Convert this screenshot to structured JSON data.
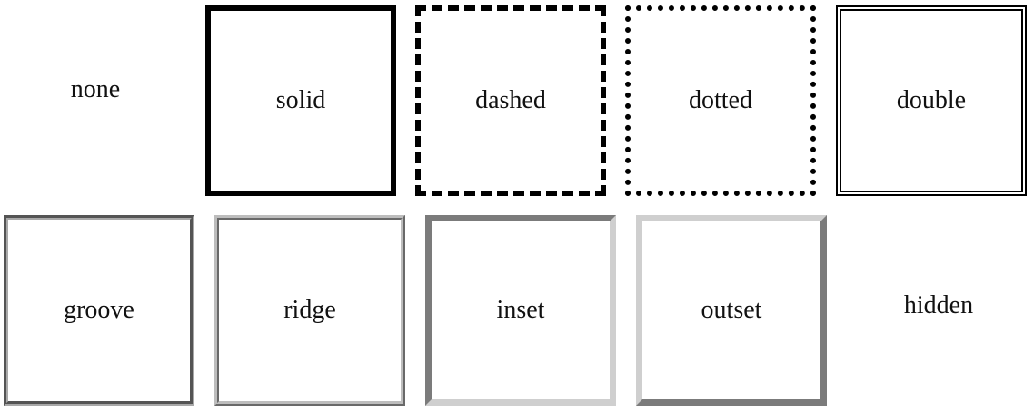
{
  "border_styles": [
    {
      "label": "none"
    },
    {
      "label": "solid"
    },
    {
      "label": "dashed"
    },
    {
      "label": "dotted"
    },
    {
      "label": "double"
    },
    {
      "label": "groove"
    },
    {
      "label": "ridge"
    },
    {
      "label": "inset"
    },
    {
      "label": "outset"
    },
    {
      "label": "hidden"
    }
  ],
  "colors": {
    "border_dark": "#000000",
    "border_gray": "#a8a8a8",
    "border_light": "#cfcfcf",
    "background": "#ffffff",
    "text": "#111111"
  }
}
